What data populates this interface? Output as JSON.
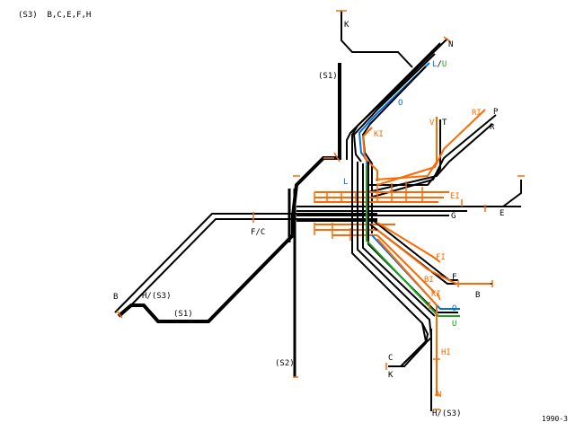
{
  "header": "(S3)  B,C,E,F,H",
  "footer": "1990-3",
  "colors": {
    "background": "#ffffff",
    "line_default": "#000000",
    "line_orange": "#ff6a00",
    "line_blue": "#0070e0",
    "line_green": "#20a020",
    "stop_tick": "#ff6a00"
  },
  "labels": {
    "K_top": "K",
    "N": "N",
    "LU": "L/U",
    "S1_top": "(S1)",
    "O_top": "O",
    "V": "V",
    "T": "T",
    "RI": "RI",
    "P": "P",
    "R": "R",
    "KI_top": "KI",
    "L": "L",
    "EI": "EI",
    "G": "G",
    "E": "E",
    "FC": "F/C",
    "FI": "FI",
    "F": "F",
    "BI": "BI",
    "B_right": "B",
    "KI_bottom": "KI",
    "O_bottom": "O",
    "U": "U",
    "B_left": "B",
    "HS3_left": "H/(S3)",
    "S1_bottom": "(S1)",
    "S2": "(S2)",
    "C": "C",
    "K_bottom": "K",
    "HI": "HI",
    "N_bottom": "N",
    "HS3_bottom": "H/(S3)"
  }
}
